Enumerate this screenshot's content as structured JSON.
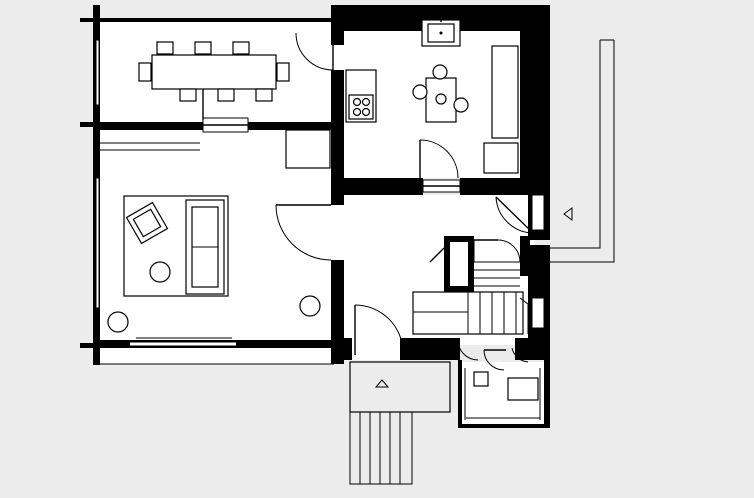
{
  "plan": {
    "colors": {
      "background": "#ececec",
      "floor": "#ffffff",
      "wall": "#000000"
    },
    "rooms": [
      "dining-room",
      "kitchen",
      "living-room",
      "hallway",
      "stair-hall",
      "entry-porch",
      "small-room"
    ],
    "entry_marker_icons": [
      "entry-arrow-right-icon",
      "entry-arrow-up-icon"
    ]
  }
}
